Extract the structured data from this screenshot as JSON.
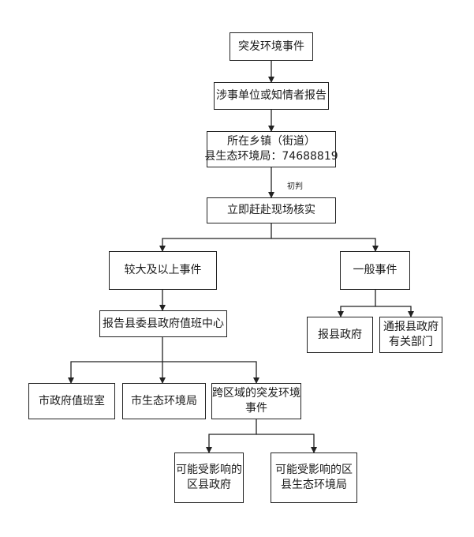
{
  "nodes": {
    "n1": {
      "lines": [
        "突发环境事件"
      ]
    },
    "n2": {
      "lines": [
        "涉事单位或知情者报告"
      ]
    },
    "n3": {
      "lines": [
        "所在乡镇（街道）",
        "县生态环境局：74688819"
      ]
    },
    "n4": {
      "lines": [
        "立即赶赴现场核实"
      ]
    },
    "n5": {
      "lines": [
        "较大及以上事件"
      ]
    },
    "n6": {
      "lines": [
        "一般事件"
      ]
    },
    "n7": {
      "lines": [
        "报告县委县政府值班中心"
      ]
    },
    "n8": {
      "lines": [
        "报县政府"
      ]
    },
    "n9": {
      "lines": [
        "通报县政府",
        "有关部门"
      ]
    },
    "n10": {
      "lines": [
        "市政府值班室"
      ]
    },
    "n11": {
      "lines": [
        "市生态环境局"
      ]
    },
    "n12": {
      "lines": [
        "跨区域的突发环境",
        "事件"
      ]
    },
    "n13": {
      "lines": [
        "可能受影响的",
        "区县政府"
      ]
    },
    "n14": {
      "lines": [
        "可能受影响的区",
        "县生态环境局"
      ]
    }
  },
  "edge_labels": {
    "initial_judgment": "初判"
  }
}
